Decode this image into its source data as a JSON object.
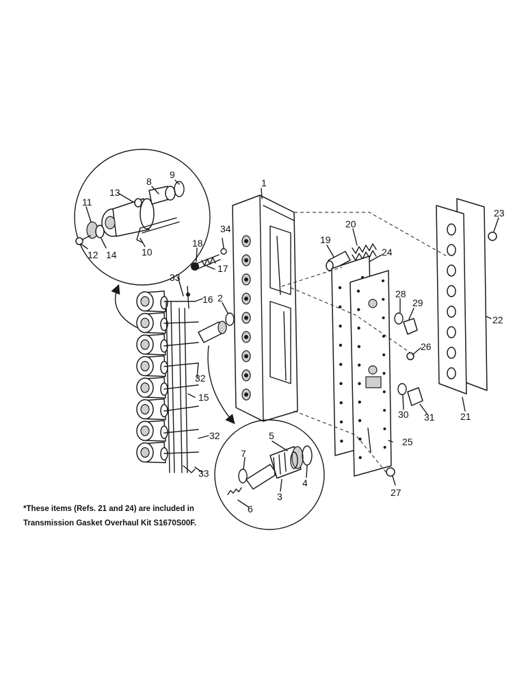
{
  "callouts": [
    "1",
    "2",
    "3",
    "4",
    "5",
    "6",
    "7",
    "8",
    "9",
    "10",
    "11",
    "12",
    "13",
    "14",
    "15",
    "16",
    "17",
    "18",
    "19",
    "20",
    "21",
    "22",
    "23",
    "24",
    "25",
    "26",
    "27",
    "28",
    "29",
    "30",
    "31",
    "32",
    "32",
    "33",
    "33",
    "34"
  ],
  "note": {
    "line1": "*These items (Refs. 21 and 24) are included in",
    "line2": "Transmission  Gasket Overhaul Kit S1670S00F."
  }
}
